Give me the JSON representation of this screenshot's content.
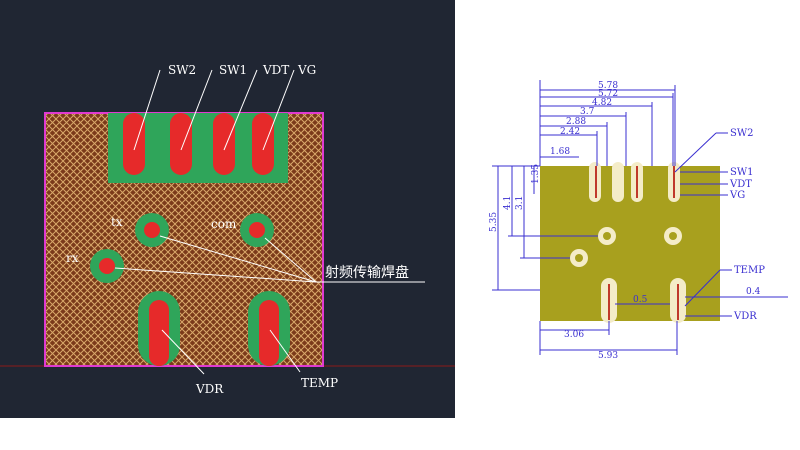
{
  "left_diagram": {
    "pad_labels": [
      "SW2",
      "SW1",
      "VDT",
      "VG"
    ],
    "rf_pads": {
      "tx": "tx",
      "com": "com",
      "rx": "rx"
    },
    "annotation": "射频传输焊盘",
    "bottom_labels": {
      "vdr": "VDR",
      "temp": "TEMP"
    },
    "colors": {
      "background": "#202633",
      "board": "#7b3a1a",
      "hatch": "#d9a86a",
      "outline": "#e03ad0",
      "copper_green": "#2fa55a",
      "pad_red": "#e62a2a",
      "baseline": "#8b1a1a"
    }
  },
  "right_diagram": {
    "top_dims": [
      "5.78",
      "5.72",
      "4.82",
      "3.7",
      "2.88",
      "2.42",
      "1.68"
    ],
    "left_dims": [
      "5.35",
      "4.1",
      "3.1",
      "1.35"
    ],
    "right_labels": [
      "SW2",
      "SW1",
      "VDT",
      "VG",
      "TEMP",
      "VDR"
    ],
    "inner_dims": [
      "0.5",
      "0.4"
    ],
    "bottom_dims": [
      "3.06",
      "5.93"
    ],
    "colors": {
      "body": "#a8a01e",
      "dim_line": "#3a2fd0",
      "pad_light": "#f4ecc8",
      "pad_red": "#c0392b"
    }
  }
}
